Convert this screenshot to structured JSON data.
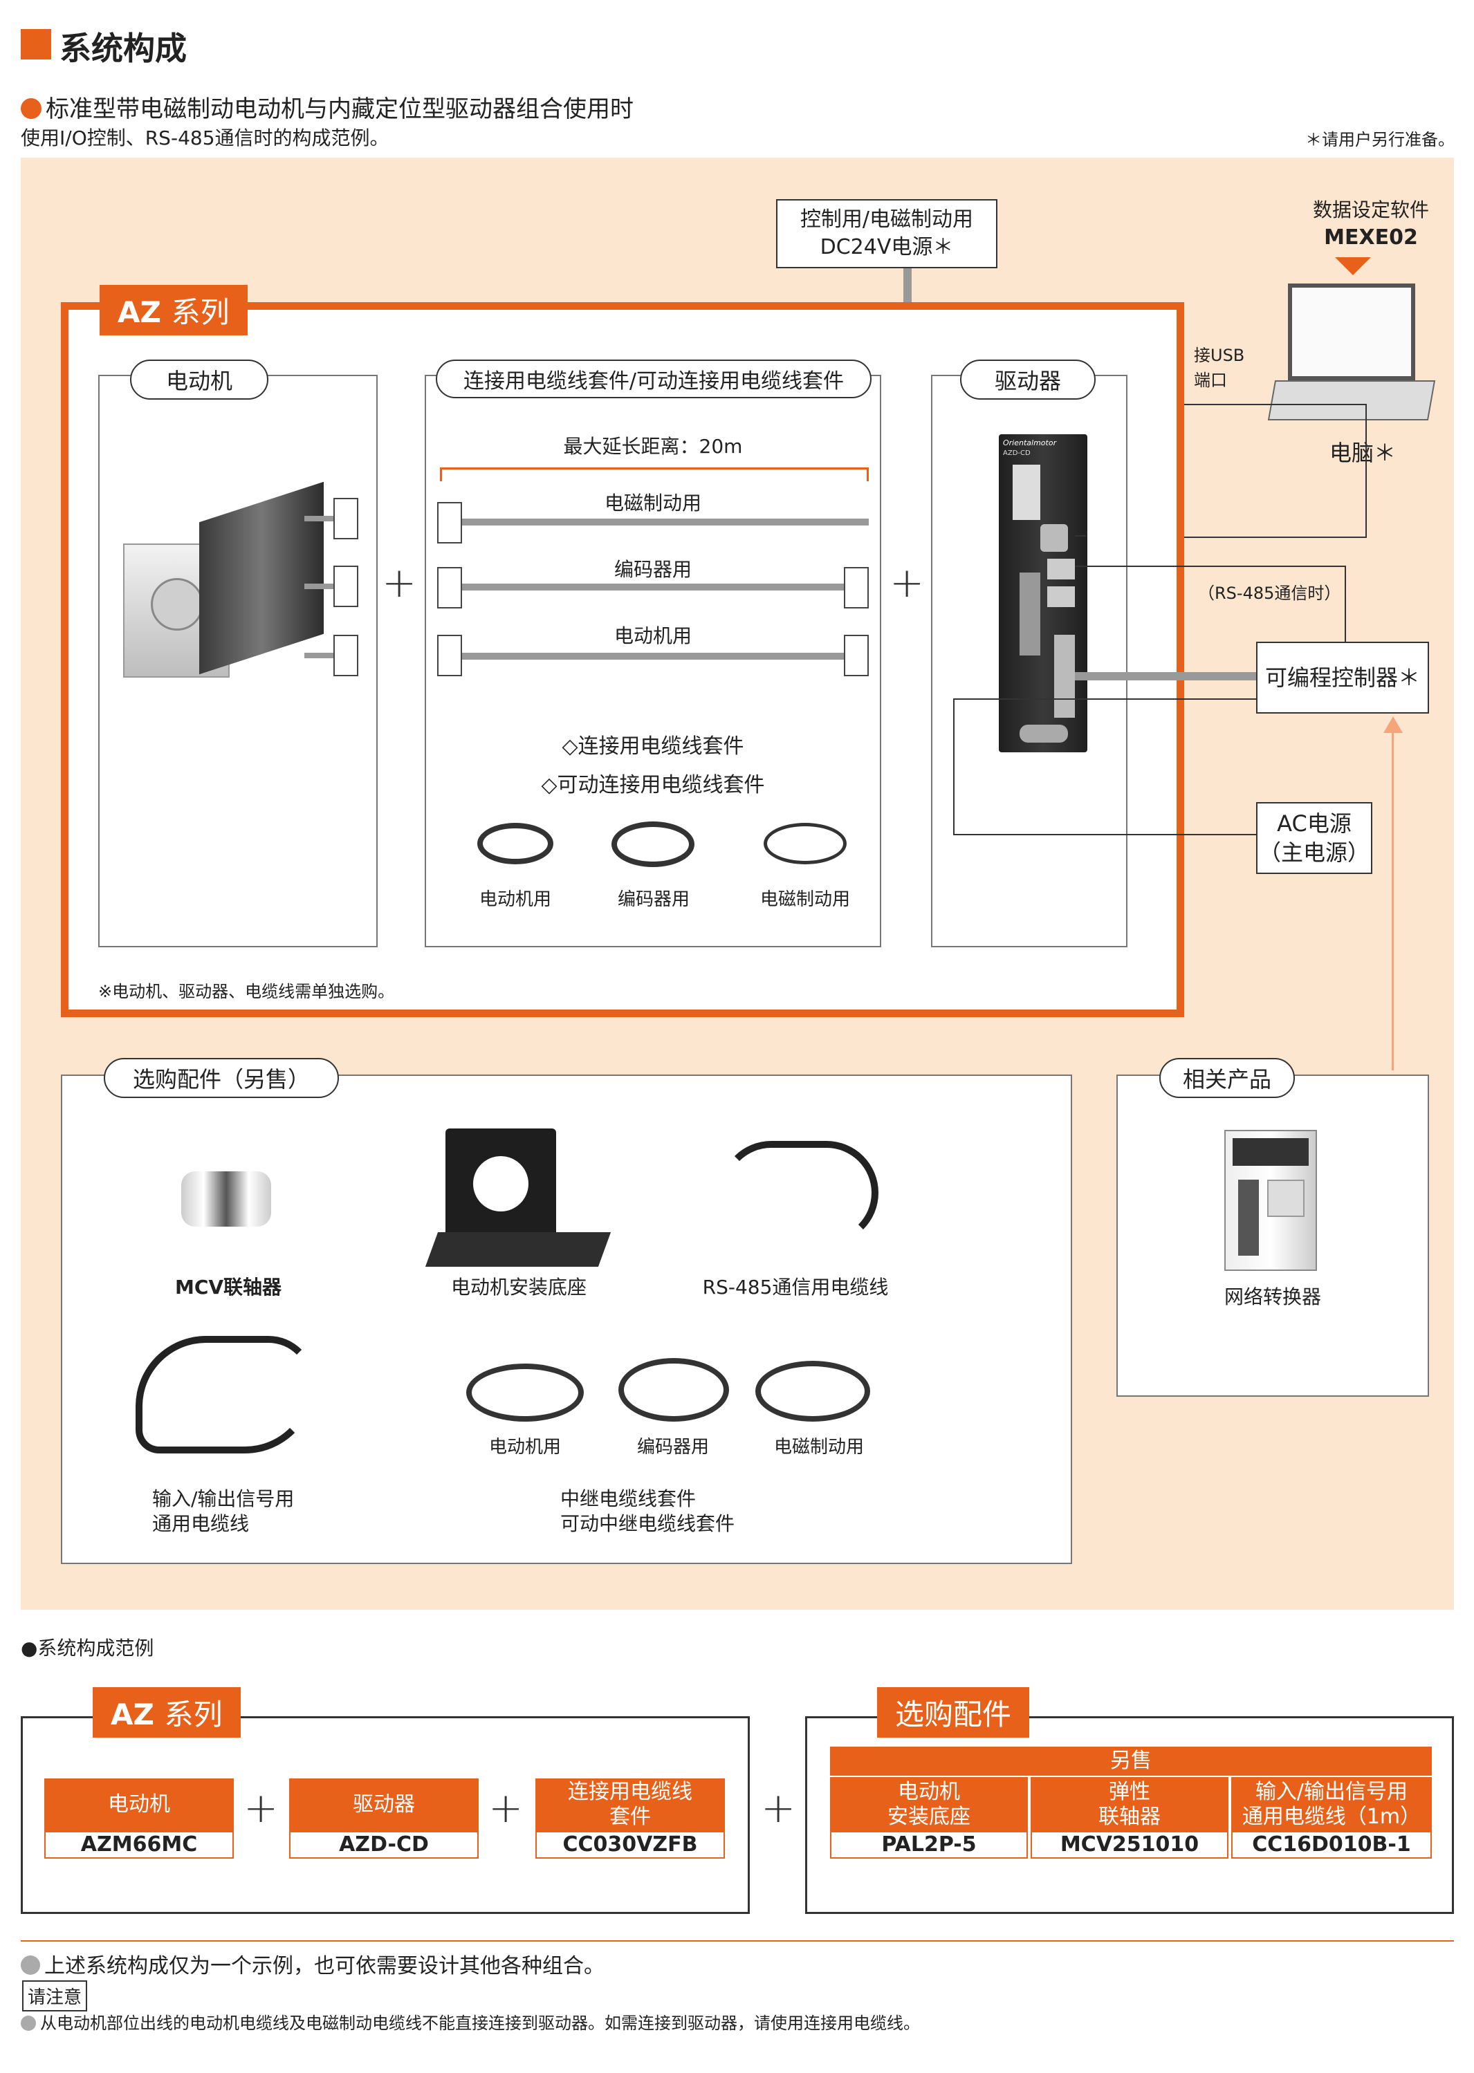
{
  "header": {
    "title": "系统构成",
    "subtitle": "标准型带电磁制动电动机与内藏定位型驱动器组合使用时",
    "description": "使用I/O控制、RS-485通信时的构成范例。",
    "user_note": "＊请用户另行准备。"
  },
  "diagram": {
    "power_dc24": [
      "控制用/电磁制动用",
      "DC24V电源＊"
    ],
    "software_title": "数据设定软件",
    "software_name": "MEXE02",
    "pc_label": "电脑＊",
    "usb_label": [
      "接USB",
      "端口"
    ],
    "az_series_tag_bold": "AZ",
    "az_series_tag_text": "系列",
    "motor_title": "电动机",
    "cable_title": "连接用电缆线套件/可动连接用电缆线套件",
    "driver_title": "驱动器",
    "max_length": "最大延长距离：20m",
    "cable_rows": [
      "电磁制动用",
      "编码器用",
      "电动机用"
    ],
    "cable_kit_options": [
      "◇连接用电缆线套件",
      "◇可动连接用电缆线套件"
    ],
    "cable_icons": [
      "电动机用",
      "编码器用",
      "电磁制动用"
    ],
    "az_note": "※电动机、驱动器、电缆线需单独选购。",
    "rs485_label": "（RS-485通信时）",
    "plc_label": "可编程控制器＊",
    "ac_power": [
      "AC电源",
      "（主电源）"
    ],
    "driver_brand": "Orientalmotor",
    "driver_model": "AZD-CD"
  },
  "accessories": {
    "title": "选购配件（另售）",
    "items": [
      "MCV联轴器",
      "电动机安装底座",
      "RS-485通信用电缆线"
    ],
    "io_cable": [
      "输入/输出信号用",
      "通用电缆线"
    ],
    "relay_icons": [
      "电动机用",
      "编码器用",
      "电磁制动用"
    ],
    "relay_kit": [
      "中继电缆线套件",
      "可动中继电缆线套件"
    ]
  },
  "related": {
    "title": "相关产品",
    "item": "网络转换器"
  },
  "example": {
    "heading": "●系统构成范例",
    "az_tag_bold": "AZ",
    "az_tag_text": "系列",
    "az_items": [
      {
        "label": "电动机",
        "value": "AZM66MC"
      },
      {
        "label": "驱动器",
        "value": "AZD-CD"
      },
      {
        "label": "连接用电缆线\n套件",
        "value": "CC030VZFB"
      }
    ],
    "option_tag": "选购配件",
    "option_header": "另售",
    "option_items": [
      {
        "label": "电动机\n安装底座",
        "value": "PAL2P-5"
      },
      {
        "label": "弹性\n联轴器",
        "value": "MCV251010"
      },
      {
        "label": "输入/输出信号用\n通用电缆线（1m）",
        "value": "CC16D010B-1"
      }
    ]
  },
  "footer": {
    "note1": "上述系统构成仅为一个示例，也可依需要设计其他各种组合。",
    "caution_tag": "请注意",
    "note2": "从电动机部位出线的电动机电缆线及电磁制动电缆线不能直接连接到驱动器。如需连接到驱动器，请使用连接用电缆线。"
  },
  "colors": {
    "accent": "#e8611a",
    "background_area": "#fce6cf",
    "cable_gray": "#999999"
  }
}
